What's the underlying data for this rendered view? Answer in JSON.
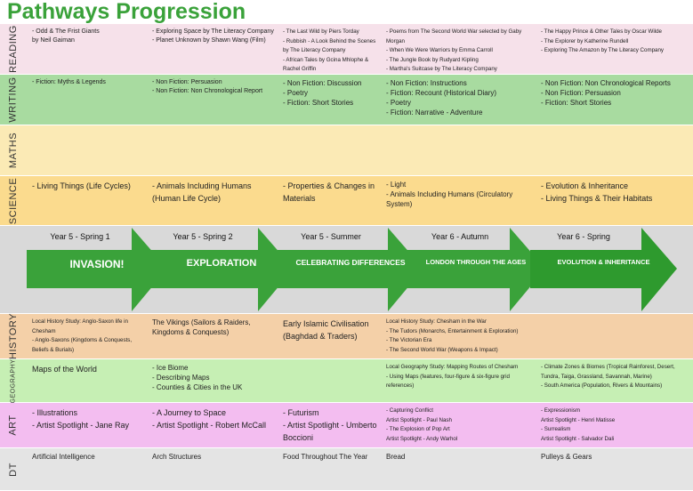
{
  "title": "Pathways Progression",
  "colors": {
    "reading": "#f6e1ea",
    "writing": "#a8dba0",
    "maths": "#fbeab5",
    "science": "#fbdb8e",
    "arrows": "#3aa23a",
    "history": "#f4d0a8",
    "geography": "#c6efb4",
    "art": "#f3bdf0",
    "dt": "#e4e4e4"
  },
  "rows": {
    "reading": {
      "label": "READING",
      "cells": [
        [
          "- Odd & The Frist Giants",
          "by Neil Gaiman"
        ],
        [
          "- Exploring Space by The Literacy Company",
          "- Planet Unknown by Shawn Wang (Film)"
        ],
        [
          "- The Last Wild by Piers Torday",
          "- Rubbish - A Look Behind the Scenes by The Literacy Company",
          "- African Tales by Gcina Mhlophe & Rachel Griffin"
        ],
        [
          "- Poems from The Second World War selected by Gaby Morgan",
          "- When We Were Warriors by Emma Carroll",
          "- The Jungle Book by Rudyard Kipling",
          "- Martha's Suitcase by The Literacy Company"
        ],
        [
          "- The Happy Prince & Other Tales by Oscar Wilde",
          "- The Explorer by Katherine Rundell",
          "- Exploring The Amazon by The Literacy Company"
        ]
      ]
    },
    "writing": {
      "label": "WRITING",
      "cells": [
        [
          "- Fiction: Myths & Legends"
        ],
        [
          "- Non Fiction: Persuasion",
          "- Non Fiction: Non Chronological Report"
        ],
        [
          "- Non Fiction: Discussion",
          "- Poetry",
          "- Fiction: Short Stories"
        ],
        [
          "- Non Fiction: Instructions",
          "- Fiction: Recount (Historical Diary)",
          "- Poetry",
          "- Fiction: Narrative - Adventure"
        ],
        [
          "- Non Fiction: Non Chronological Reports",
          "- Non Fiction: Persuasion",
          "- Fiction: Short Stories"
        ]
      ]
    },
    "maths": {
      "label": "MATHS",
      "cells": [
        [],
        [],
        [],
        [],
        []
      ]
    },
    "science": {
      "label": "SCIENCE",
      "cells": [
        [
          "- Living Things (Life Cycles)"
        ],
        [
          "- Animals Including Humans (Human Life Cycle)"
        ],
        [
          "- Properties & Changes in Materials"
        ],
        [
          "- Light",
          "- Animals Including Humans (Circulatory System)"
        ],
        [
          "- Evolution & Inheritance",
          "- Living Things & Their Habitats"
        ]
      ]
    },
    "history": {
      "label": "HISTORY",
      "cells": [
        [
          "Local History Study: Anglo-Saxon life in Chesham",
          "- Anglo-Saxons (Kingdoms & Conquests, Beliefs & Burials)"
        ],
        [
          "The Vikings (Sailors & Raiders, Kingdoms & Conquests)"
        ],
        [
          "Early Islamic Civilisation (Baghdad & Traders)"
        ],
        [
          "Local History Study: Chesham in the War",
          "- The Tudors (Monarchs, Entertainment & Exploration)",
          "- The Victorian Era",
          "- The Second World War (Weapons & Impact)"
        ],
        []
      ]
    },
    "geography": {
      "label": "GEOGRAPHY",
      "cells": [
        [
          "Maps of the World"
        ],
        [
          "- Ice Biome",
          "- Describing Maps",
          "- Counties & Cities in the UK"
        ],
        [],
        [
          "Local Geography Study: Mapping Routes of Chesham",
          "- Using Maps (features, four-figure & six-figure grid references)"
        ],
        [
          "- Climate Zones & Biomes (Tropical Rainforest, Desert, Tundra, Taiga, Grassland, Savannah, Marine)",
          "- South America (Population, Rivers & Mountains)"
        ]
      ]
    },
    "art": {
      "label": "ART",
      "cells": [
        [
          "- Illustrations",
          "- Artist Spotlight - Jane Ray"
        ],
        [
          "- A Journey to Space",
          "- Artist Spotlight - Robert McCall"
        ],
        [
          "- Futurism",
          "- Artist Spotlight - Umberto Boccioni"
        ],
        [
          "- Capturing Conflict",
          "Artist Spotlight - Paul Nash",
          "- The Explosion of Pop Art",
          "Artist Spotlight - Andy Warhol"
        ],
        [
          "- Expressionism",
          "Artist Spotlight - Henri Matisse",
          "- Surrealism",
          "Artist Spotlight - Salvador Dali"
        ]
      ]
    },
    "dt": {
      "label": "DT",
      "cells": [
        [
          "Artificial Intelligence"
        ],
        [
          "Arch Structures"
        ],
        [
          "Food Throughout The Year"
        ],
        [
          "Bread"
        ],
        [
          "Pulleys & Gears"
        ]
      ]
    }
  },
  "terms": [
    {
      "term": "Year 5 - Spring 1",
      "theme": "INVASION!"
    },
    {
      "term": "Year 5 - Spring 2",
      "theme": "EXPLORATION"
    },
    {
      "term": "Year 5 - Summer",
      "theme": "CELEBRATING DIFFERENCES"
    },
    {
      "term": "Year 6 - Autumn",
      "theme": "LONDON THROUGH THE AGES"
    },
    {
      "term": "Year 6 - Spring",
      "theme": "EVOLUTION & INHERITANCE"
    }
  ]
}
